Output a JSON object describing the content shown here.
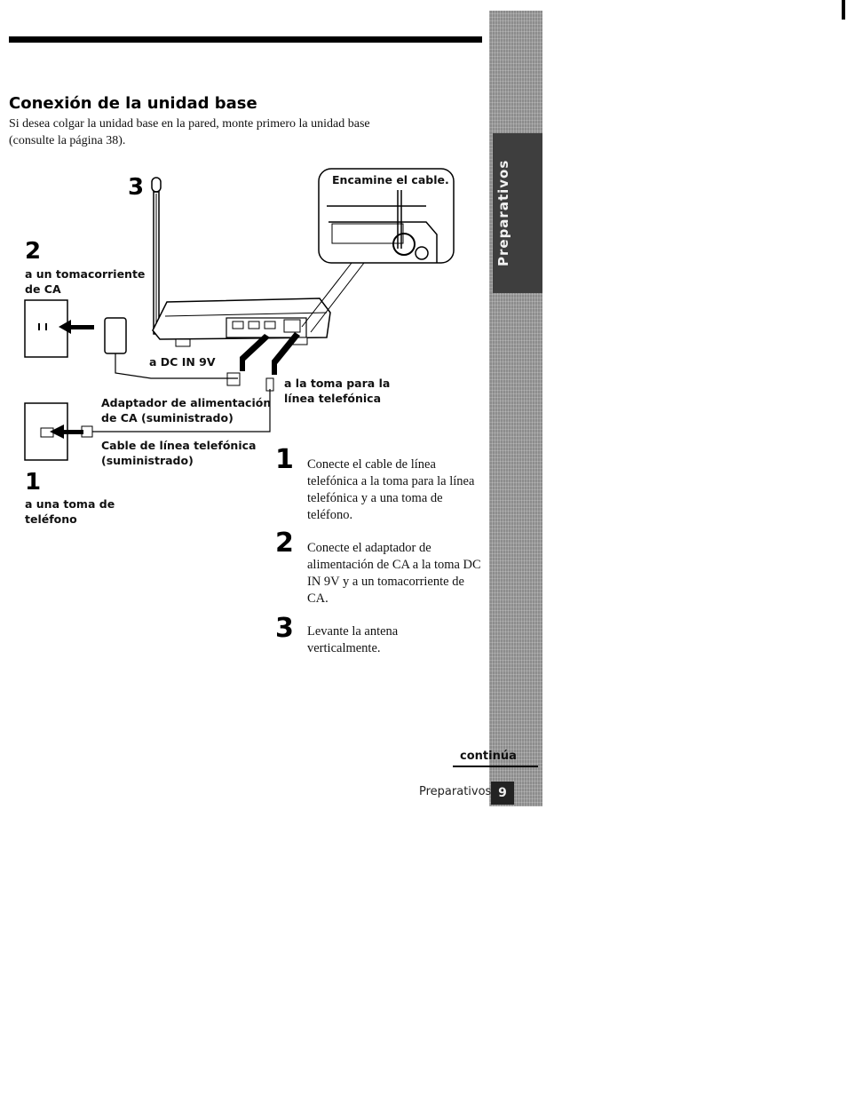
{
  "heading": "Conexión de la unidad base",
  "intro": "Si desea colgar la unidad base en la pared, monte primero la unidad base (consulte la página 38).",
  "diagram": {
    "callout_number_antenna": "3",
    "callout_number_power": "2",
    "callout_number_phone": "1",
    "inset_label": "Encamine el cable.",
    "label_outlet": "a un tomacorriente\nde CA",
    "label_dc_in": "a DC IN 9V",
    "label_line_jack": "a la toma para la\nlínea telefónica",
    "label_adapter": "Adaptador de alimentación\nde CA (suministrado)",
    "label_cable": "Cable de línea telefónica\n(suministrado)",
    "label_phone_jack": "a una toma de\nteléfono"
  },
  "steps": [
    {
      "number": "1",
      "text": "Conecte el cable de línea telefónica a la toma para la línea telefónica y a una toma de teléfono."
    },
    {
      "number": "2",
      "text": "Conecte el adaptador de alimentación de CA a la toma DC IN 9V y a un tomacorriente de CA."
    },
    {
      "number": "3",
      "text": "Levante la antena verticalmente."
    }
  ],
  "sidebar": {
    "section_tab": "Preparativos",
    "page_number": "9"
  },
  "continued_label": "continúa",
  "footer_section": "Preparativos"
}
